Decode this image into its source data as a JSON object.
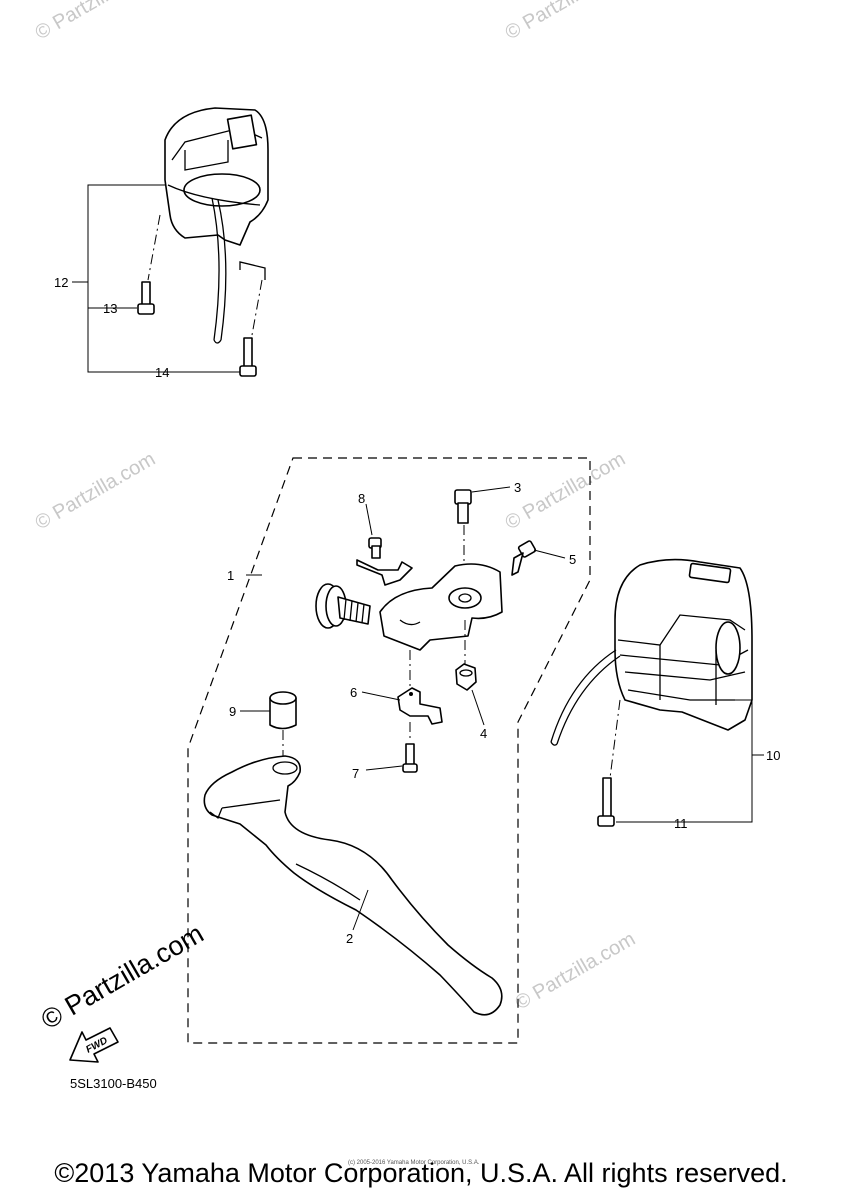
{
  "watermark_text": "© Partzilla.com",
  "callouts": {
    "c1": "1",
    "c2": "2",
    "c3": "3",
    "c4": "4",
    "c5": "5",
    "c6": "6",
    "c7": "7",
    "c8": "8",
    "c9": "9",
    "c10": "10",
    "c11": "11",
    "c12": "12",
    "c13": "13",
    "c14": "14"
  },
  "fwd_label": "FWD",
  "diagram_code": "5SL3100-B450",
  "small_copyright": "(c) 2005-2016 Yamaha Motor Corporation, U.S.A.",
  "copyright": "©2013 Yamaha Motor Corporation, U.S.A. All rights reserved."
}
